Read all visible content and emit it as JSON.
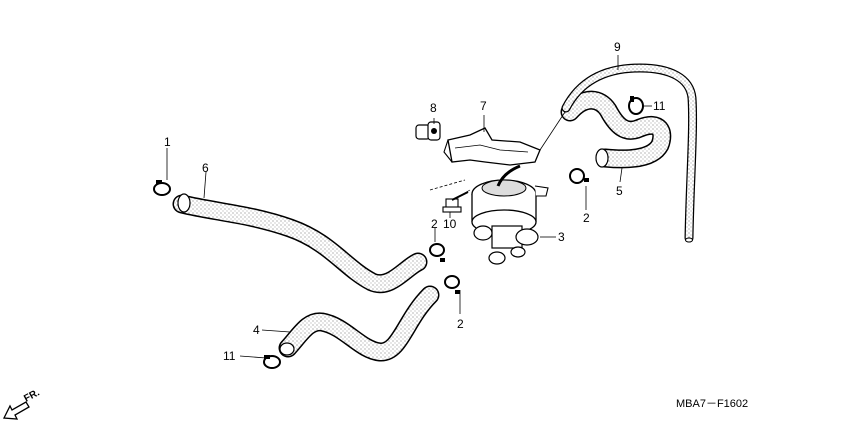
{
  "diagram": {
    "part_labels": {
      "p1": "1",
      "p2a": "2",
      "p2b": "2",
      "p2c": "2",
      "p3": "3",
      "p4": "4",
      "p5": "5",
      "p6": "6",
      "p7": "7",
      "p8": "8",
      "p9": "9",
      "p10": "10",
      "p11a": "11",
      "p11b": "11"
    },
    "direction_label": "FR.",
    "figure_code": "MBA7－F1602"
  }
}
